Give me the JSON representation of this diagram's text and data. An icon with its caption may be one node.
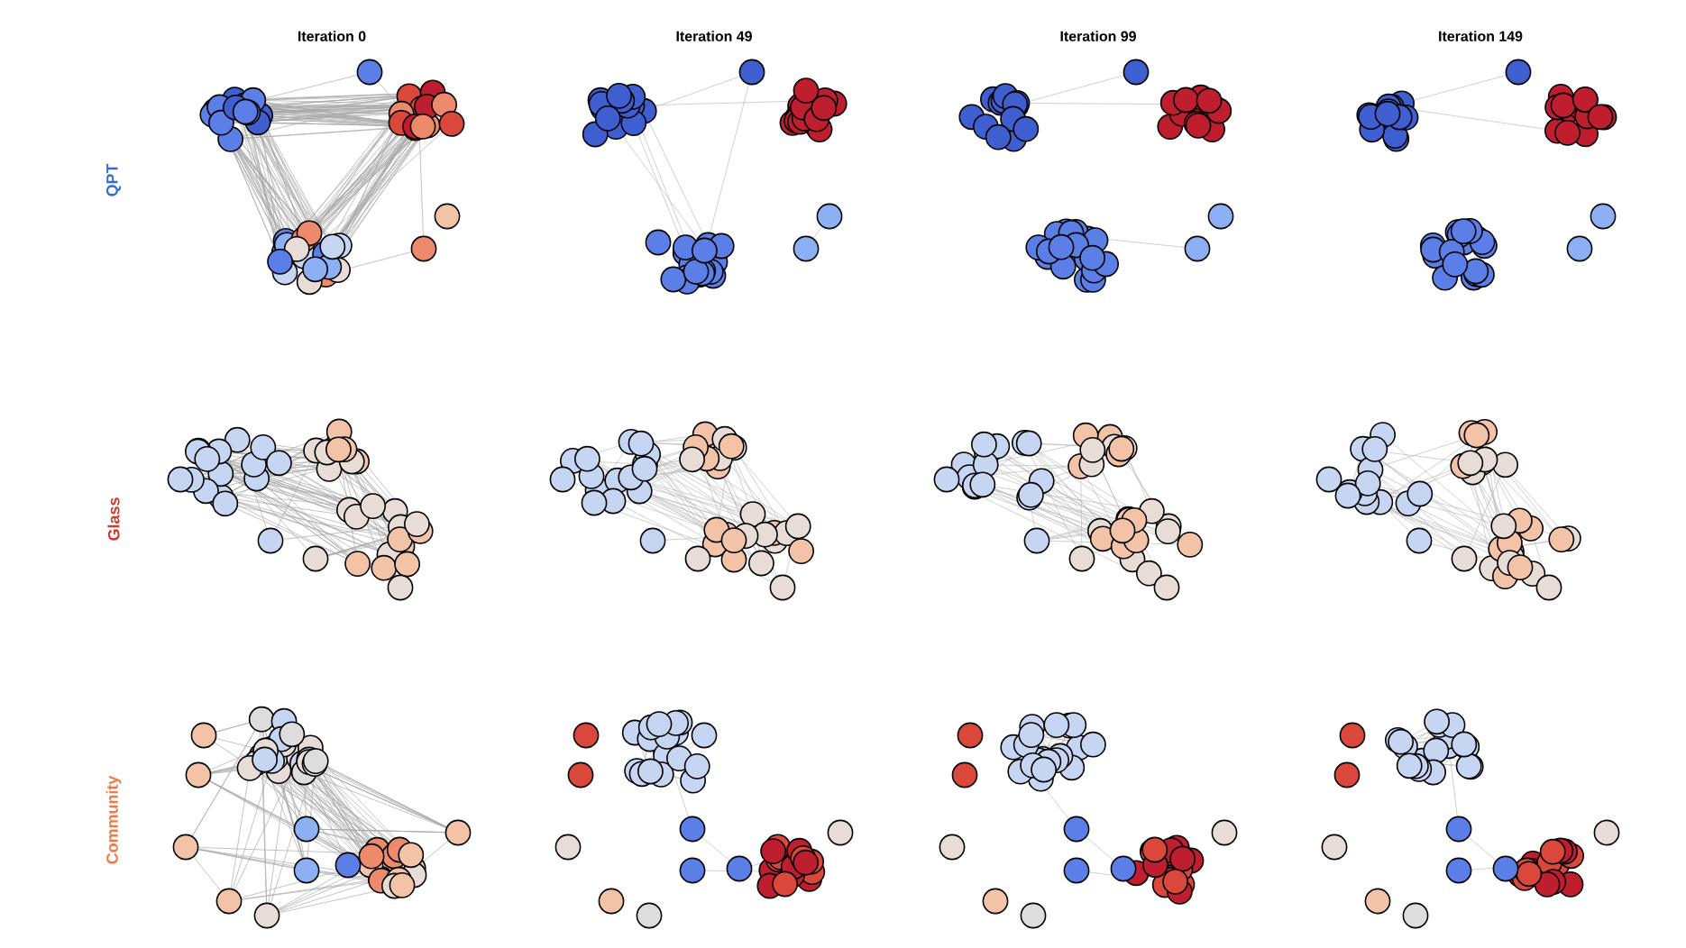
{
  "diagram": {
    "labels": [
      "Iteration 0",
      "Iteration 49",
      "Iteration 99",
      "Iteration 149",
      "QPT",
      "Glass",
      "Community"
    ]
  }
}
